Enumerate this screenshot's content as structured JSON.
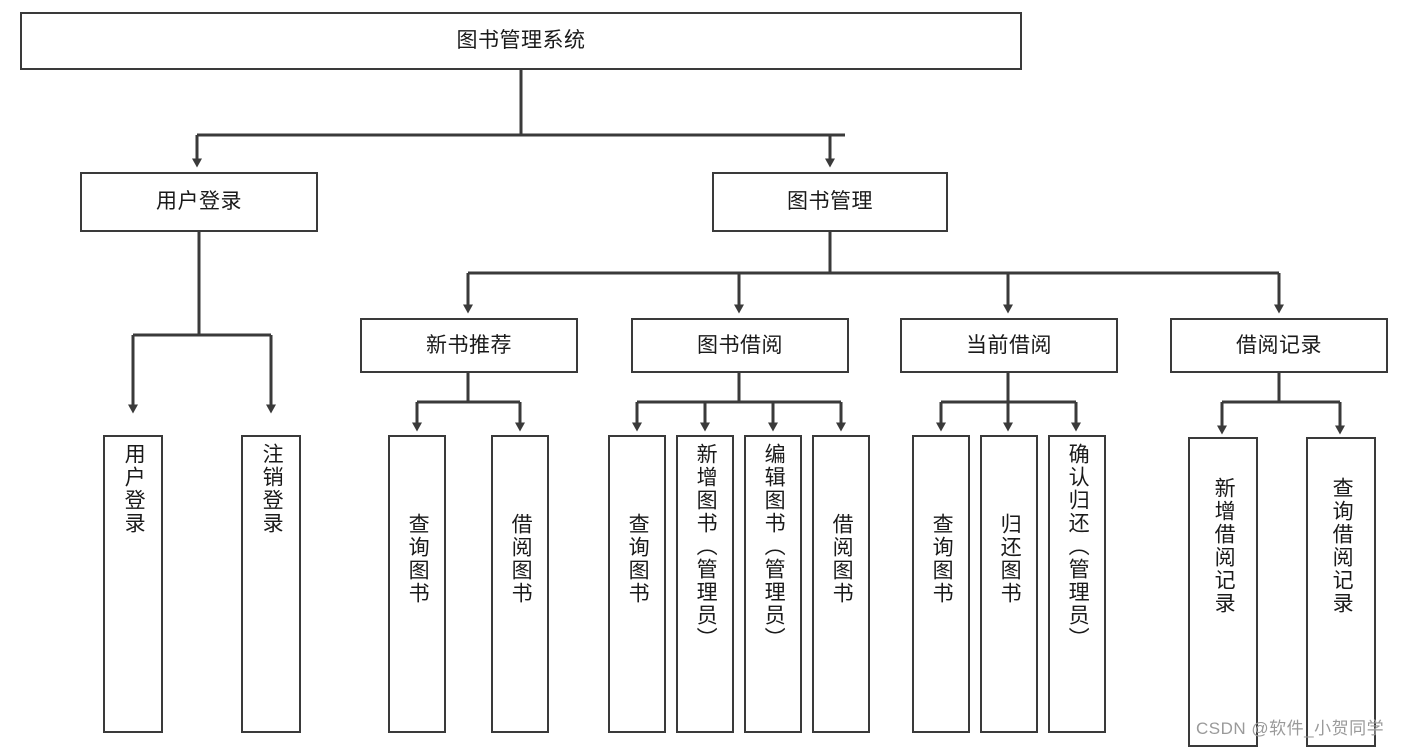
{
  "diagram": {
    "title": "图书管理系统",
    "type": "hierarchy-tree",
    "watermark": "CSDN @软件_小贺同学",
    "colors": {
      "stroke": "#3a3a3a",
      "fill": "#ffffff",
      "text": "#1a1a1a",
      "watermark": "#9a9a9a"
    },
    "nodes": {
      "root": {
        "label": "图书管理系统",
        "level": 0,
        "orientation": "horizontal"
      },
      "l1": [
        {
          "id": "user-login",
          "label": "用户登录",
          "orientation": "horizontal"
        },
        {
          "id": "book-manage",
          "label": "图书管理",
          "orientation": "horizontal"
        }
      ],
      "l2_user_login": [
        {
          "id": "login",
          "label": "用户登录",
          "orientation": "vertical"
        },
        {
          "id": "logout",
          "label": "注销登录",
          "orientation": "vertical"
        }
      ],
      "l2_book_manage": [
        {
          "id": "new-book-recommend",
          "label": "新书推荐",
          "orientation": "horizontal"
        },
        {
          "id": "book-borrow",
          "label": "图书借阅",
          "orientation": "horizontal"
        },
        {
          "id": "current-borrow",
          "label": "当前借阅",
          "orientation": "horizontal"
        },
        {
          "id": "borrow-record",
          "label": "借阅记录",
          "orientation": "horizontal"
        }
      ],
      "l3_new_book_recommend": [
        {
          "id": "query-book-1",
          "label": "查询图书",
          "orientation": "vertical"
        },
        {
          "id": "borrow-book-1",
          "label": "借阅图书",
          "orientation": "vertical"
        }
      ],
      "l3_book_borrow": [
        {
          "id": "query-book-2",
          "label": "查询图书",
          "orientation": "vertical"
        },
        {
          "id": "add-book",
          "label": "新增图书（管理员）",
          "orientation": "vertical"
        },
        {
          "id": "edit-book",
          "label": "编辑图书（管理员）",
          "orientation": "vertical"
        },
        {
          "id": "borrow-book-2",
          "label": "借阅图书",
          "orientation": "vertical"
        }
      ],
      "l3_current_borrow": [
        {
          "id": "query-book-3",
          "label": "查询图书",
          "orientation": "vertical"
        },
        {
          "id": "return-book",
          "label": "归还图书",
          "orientation": "vertical"
        },
        {
          "id": "confirm-return",
          "label": "确认归还（管理员）",
          "orientation": "vertical"
        }
      ],
      "l3_borrow_record": [
        {
          "id": "add-borrow-record",
          "label": "新增借阅记录",
          "orientation": "vertical"
        },
        {
          "id": "query-borrow-record",
          "label": "查询借阅记录",
          "orientation": "vertical"
        }
      ]
    }
  }
}
